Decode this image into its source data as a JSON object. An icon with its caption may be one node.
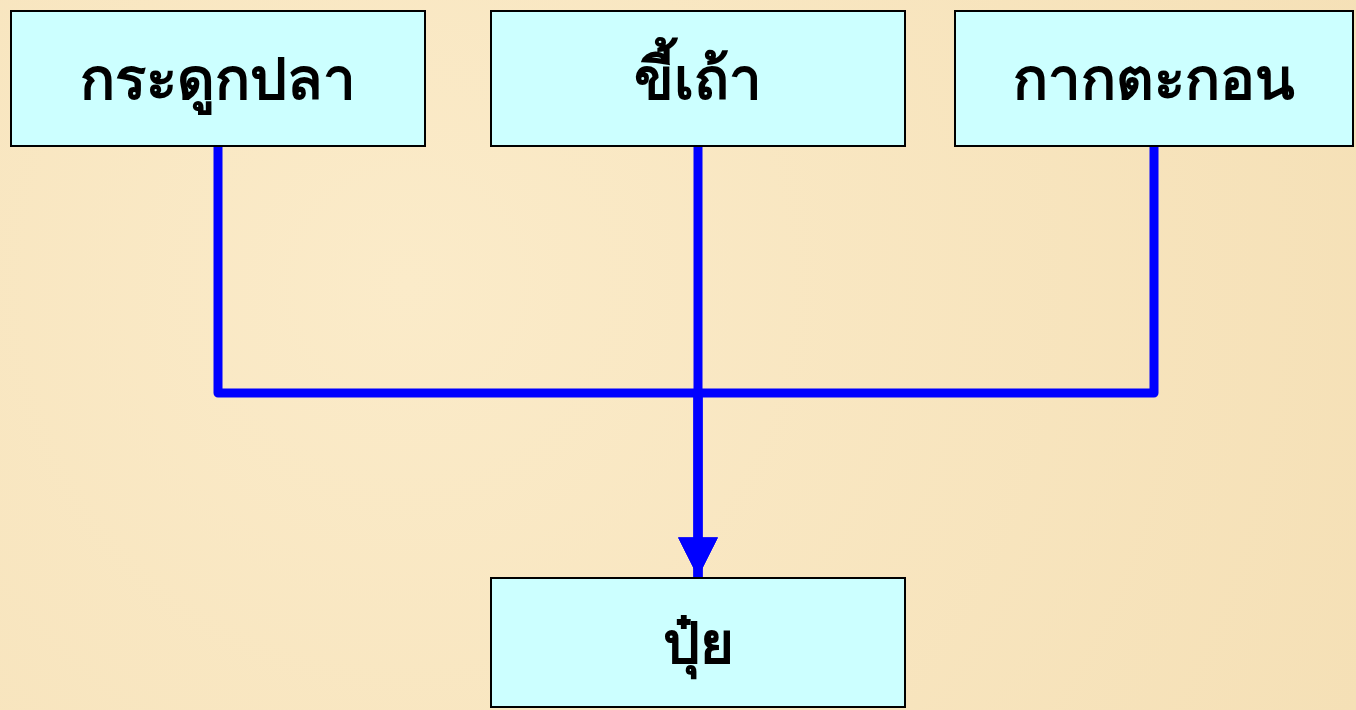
{
  "diagram": {
    "nodes": [
      {
        "text": [
          "กระดูกปลา"
        ]
      },
      {
        "text": [
          "ขี้เถ้า"
        ]
      },
      {
        "text": [
          "กากตะกอน"
        ]
      },
      {
        "text": [
          "ปุ๋ย"
        ]
      }
    ],
    "edges": [
      {
        "from": 0,
        "to": 3,
        "arrow": "to"
      },
      {
        "from": 1,
        "to": 3,
        "arrow": "to"
      },
      {
        "from": 2,
        "to": 3,
        "arrow": "to"
      }
    ]
  }
}
